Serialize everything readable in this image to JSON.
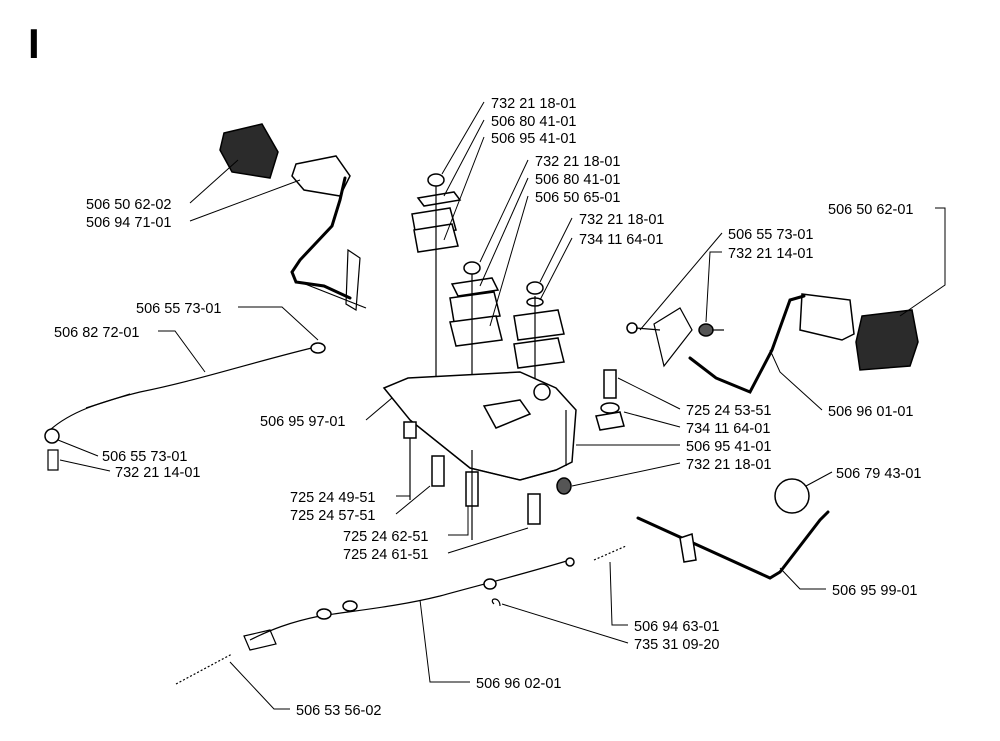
{
  "section_letter": "I",
  "labels": {
    "l1": "732 21 18-01",
    "l2": "506 80 41-01",
    "l3": "506 95 41-01",
    "l4": "732 21 18-01",
    "l5": "506 80 41-01",
    "l6": "506 50 65-01",
    "l7": "732 21 18-01",
    "l8": "734 11 64-01",
    "l9": "506 50 62-02",
    "l10": "506 94 71-01",
    "l11": "506 50 62-01",
    "l12": "506 55 73-01",
    "l13": "732 21 14-01",
    "l14": "506 55 73-01",
    "l15": "506 82 72-01",
    "l16": "506 95 97-01",
    "l17": "506 55 73-01",
    "l18": "732 21 14-01",
    "l19": "725 24 53-51",
    "l20": "734 11 64-01",
    "l21": "506 95 41-01",
    "l22": "506 96 01-01",
    "l23": "732 21 18-01",
    "l24": "506 79 43-01",
    "l25": "725 24 49-51",
    "l26": "725 24 57-51",
    "l27": "725 24 62-51",
    "l28": "725 24 61-51",
    "l29": "506 95 99-01",
    "l30": "506 94 63-01",
    "l31": "735 31 09-20",
    "l32": "506 96 02-01",
    "l33": "506 53 56-02"
  }
}
